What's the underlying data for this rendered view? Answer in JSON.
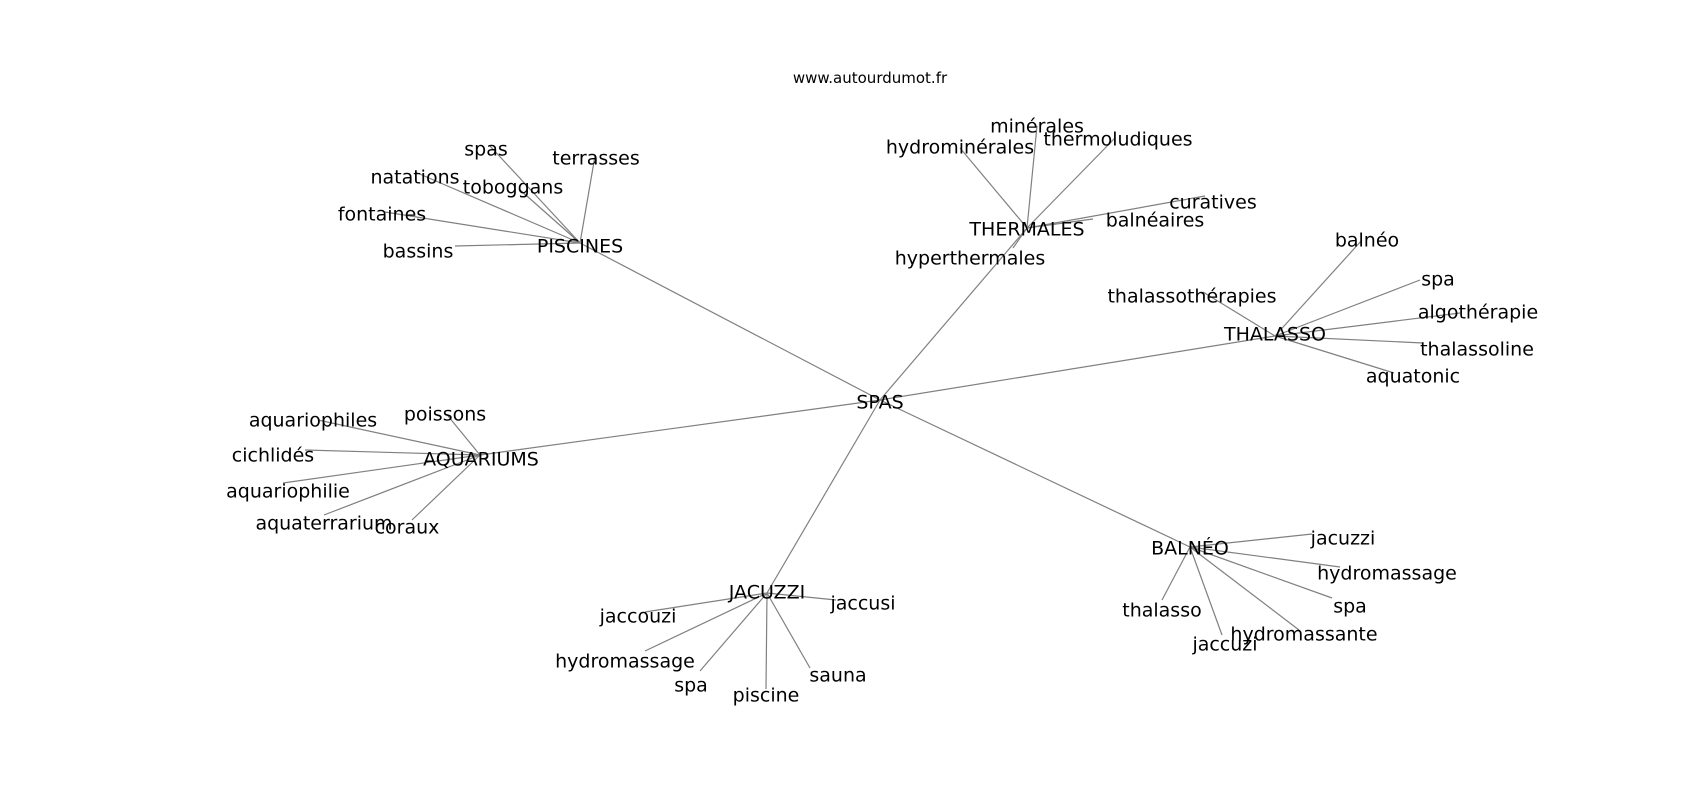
{
  "source_text": "www.autourdumot.fr",
  "graph": {
    "center": "SPAS",
    "clusters": [
      {
        "hub": "PISCINES",
        "leaves": [
          "spas",
          "terrasses",
          "natations",
          "toboggans",
          "fontaines",
          "bassins"
        ]
      },
      {
        "hub": "THERMALES",
        "leaves": [
          "minérales",
          "hydrominérales",
          "thermoludiques",
          "curatives",
          "balnéaires",
          "hyperthermales"
        ]
      },
      {
        "hub": "THALASSO",
        "leaves": [
          "balnéo",
          "spa",
          "thalassothérapies",
          "algothérapie",
          "thalassoline",
          "aquatonic"
        ]
      },
      {
        "hub": "AQUARIUMS",
        "leaves": [
          "poissons",
          "aquariophiles",
          "cichlidés",
          "aquariophilie",
          "aquaterrarium",
          "coraux"
        ]
      },
      {
        "hub": "BALNÉO",
        "leaves": [
          "jacuzzi",
          "hydromassage",
          "spa",
          "thalasso",
          "hydromassante",
          "jaccuzi"
        ]
      },
      {
        "hub": "JACUZZI",
        "leaves": [
          "jaccouzi",
          "jaccusi",
          "hydromassage",
          "spa",
          "piscine",
          "sauna"
        ]
      }
    ]
  }
}
